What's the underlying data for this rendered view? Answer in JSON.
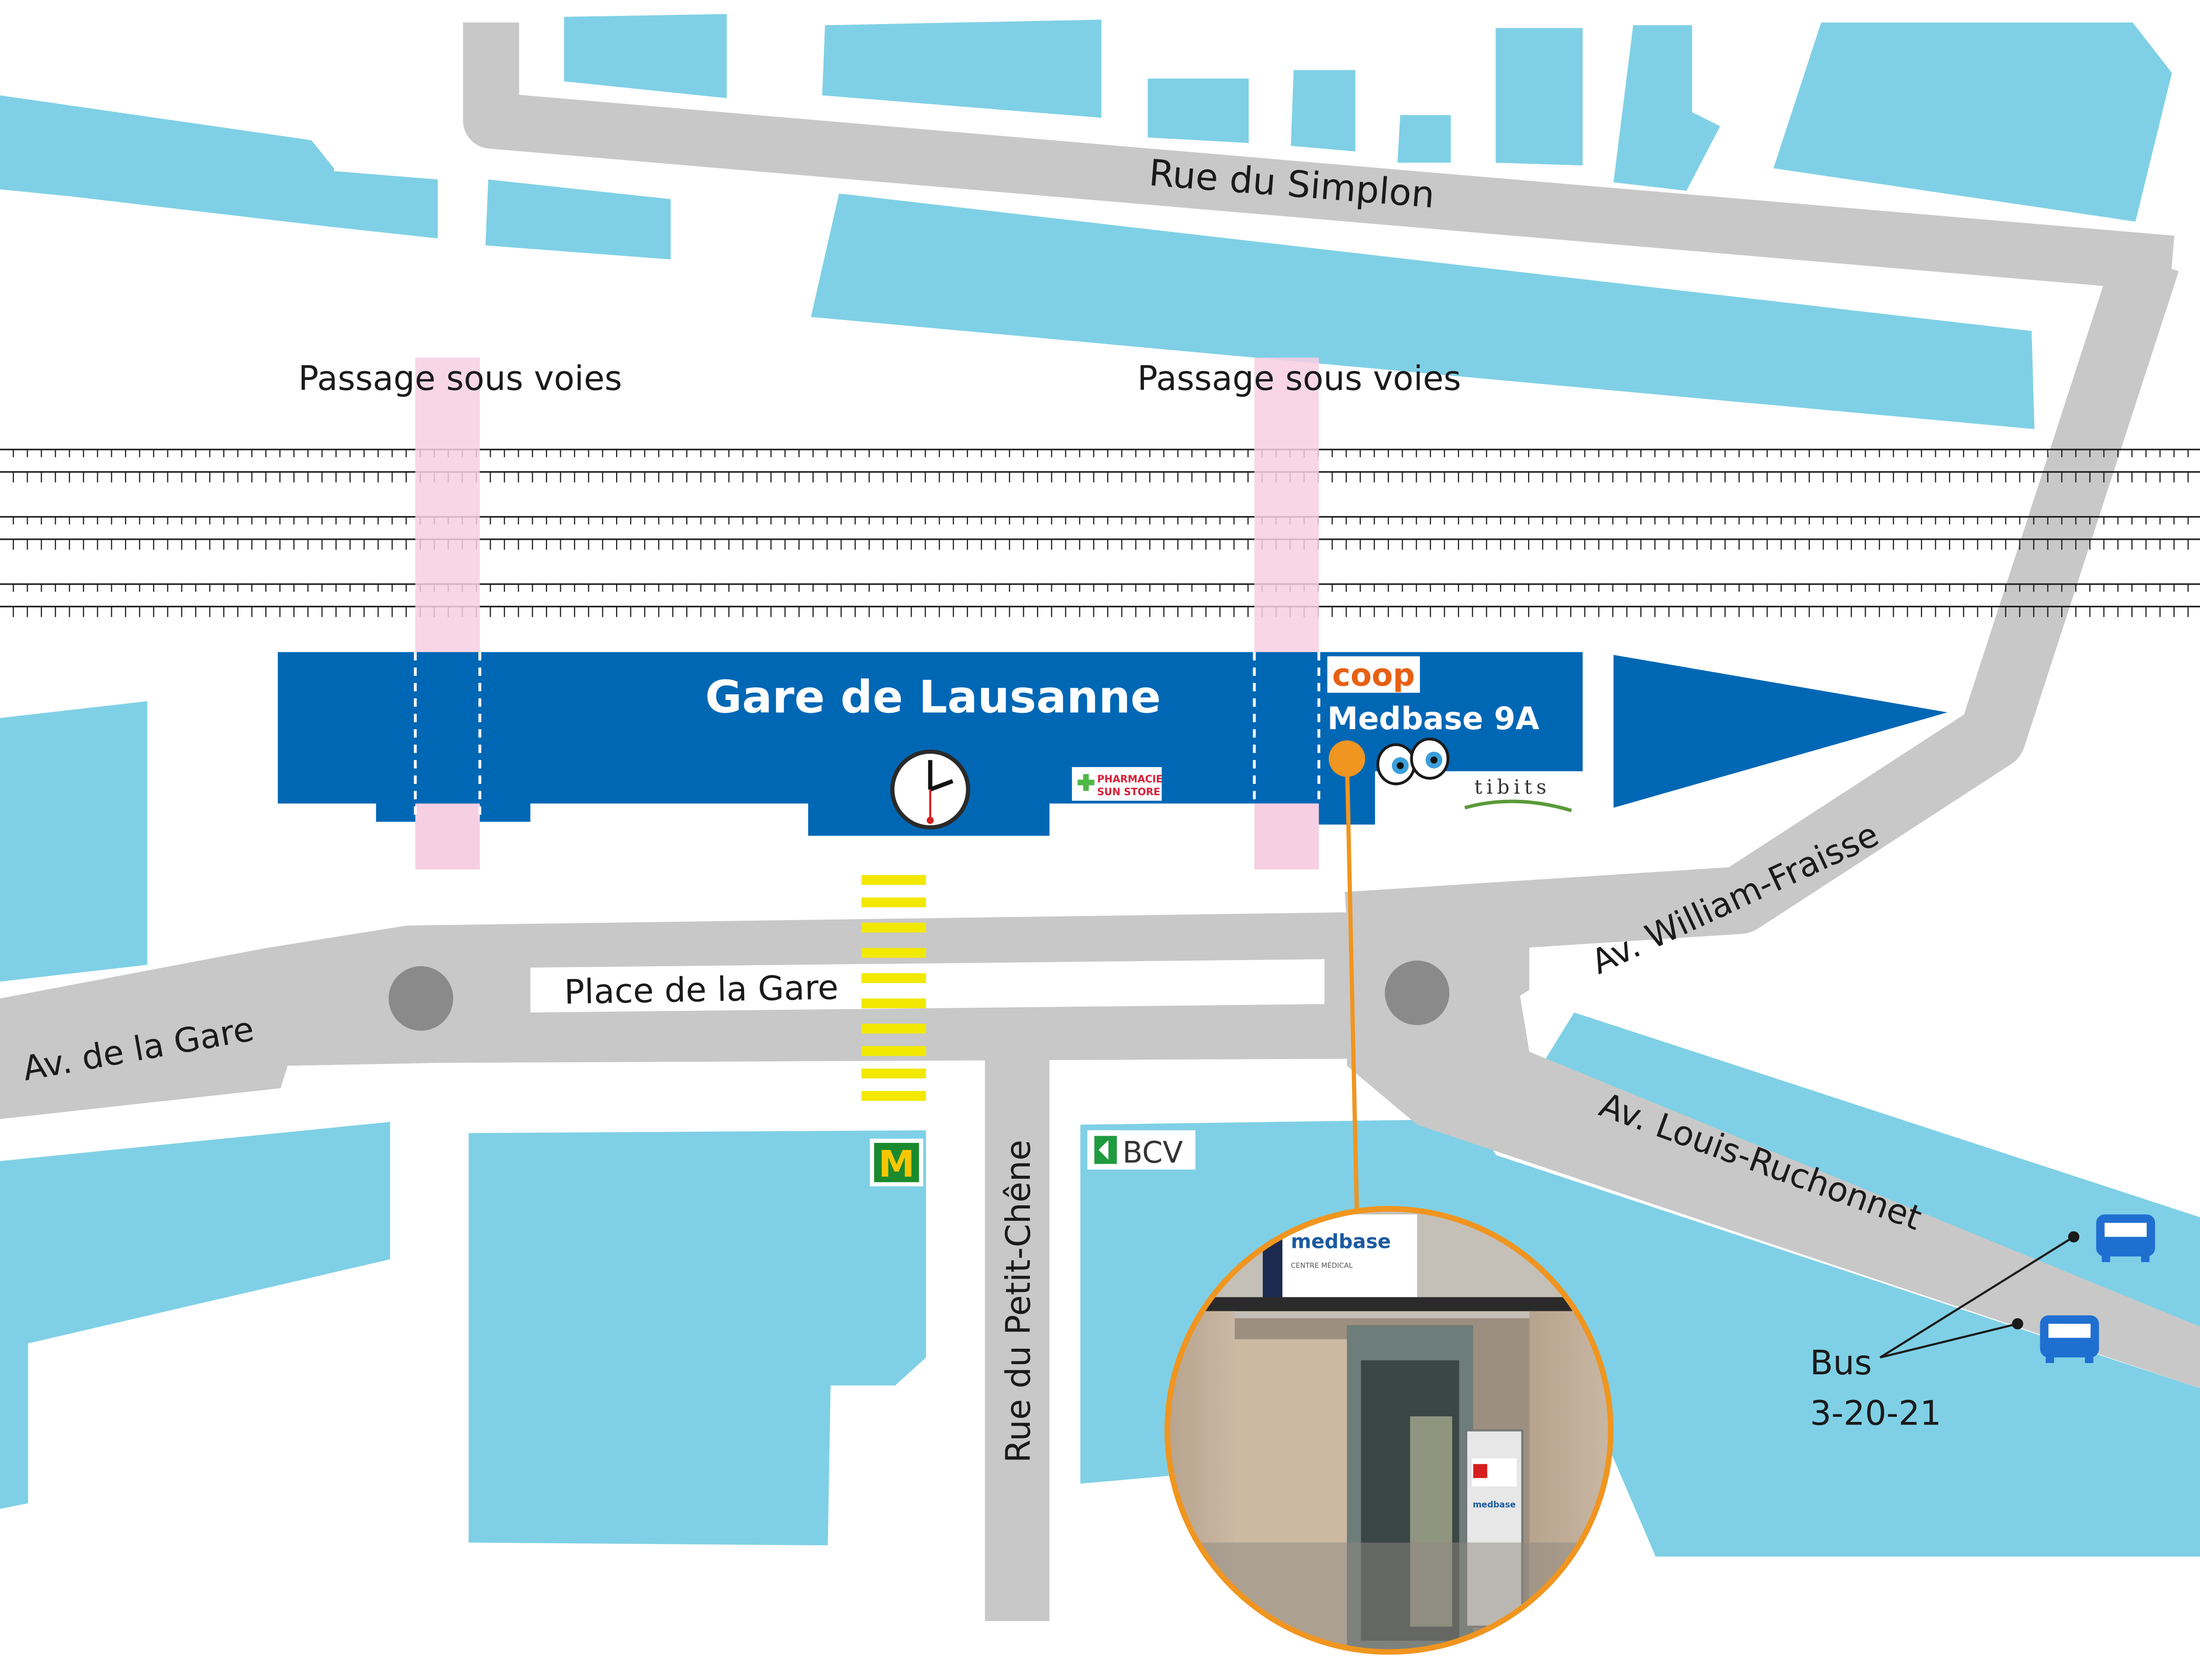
{
  "streets": {
    "simplon": "Rue du Simplon",
    "william_fraisse": "Av. William-Fraisse",
    "louis_ruchonnet": "Av. Louis-Ruchonnet",
    "av_gare": "Av. de la Gare",
    "place_gare": "Place de la Gare",
    "petit_chene": "Rue du Petit-Chêne"
  },
  "underpasses": {
    "left": "Passage sous voies",
    "right": "Passage sous voies"
  },
  "station": {
    "name": "Gare de Lausanne",
    "medbase": "Medbase 9A"
  },
  "logos": {
    "coop": "coop",
    "pharmacie_line1": "PHARMACIE",
    "pharmacie_line2": "SUN STORE",
    "tibits": "tibits",
    "bcv": "BCV",
    "mcdonalds": "M"
  },
  "photo": {
    "sign_brand": "medbase",
    "sign_sub": "CENTRE MÉDICAL",
    "panel_brand": "medbase"
  },
  "bus": {
    "label": "Bus",
    "lines": "3-20-21"
  },
  "colors": {
    "water_blocks": "#7fd0e6",
    "roads": "#c8c8c8",
    "station": "#0067b5",
    "underpass": "#f7cfe2",
    "crosswalk": "#f2e800",
    "pin": "#f0951f",
    "roundabout": "#8a8a8a"
  }
}
